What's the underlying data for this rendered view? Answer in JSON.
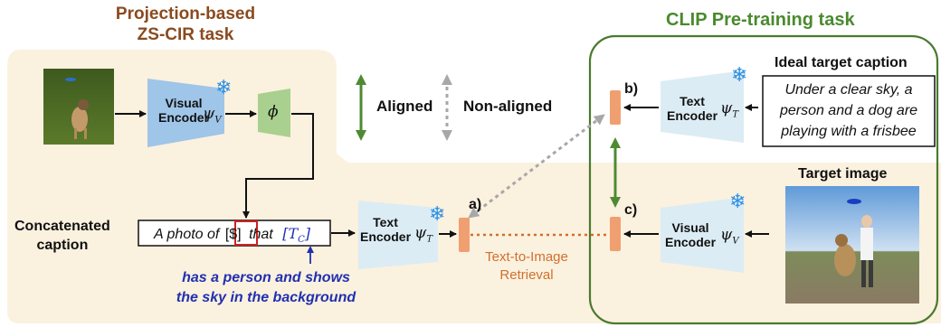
{
  "left_panel": {
    "title_line1": "Projection-based",
    "title_line2": "ZS-CIR task",
    "visual_encoder": {
      "line1": "Visual",
      "line2": "Encoder",
      "symbol": "ψ",
      "subscript": "V"
    },
    "phi_label": "ϕ",
    "concat_label_line1": "Concatenated",
    "concat_label_line2": "caption",
    "caption_parts": {
      "prefix": "A photo of",
      "token": "[$]",
      "mid": "that",
      "slot": "[T",
      "slot_sub": "C",
      "slot_end": "]"
    },
    "fill_text_line1": "has a person and shows",
    "fill_text_line2": "the sky in the background",
    "text_encoder": {
      "line1": "Text",
      "line2": "Encoder",
      "symbol": "ψ",
      "subscript": "T"
    },
    "point_a": "a)",
    "retrieval_line1": "Text-to-Image",
    "retrieval_line2": "Retrieval"
  },
  "legend": {
    "aligned": "Aligned",
    "non_aligned": "Non-aligned"
  },
  "right_panel": {
    "title": "CLIP Pre-training task",
    "point_b": "b)",
    "point_c": "c)",
    "text_encoder": {
      "line1": "Text",
      "line2": "Encoder",
      "symbol": "ψ",
      "subscript": "T"
    },
    "visual_encoder": {
      "line1": "Visual",
      "line2": "Encoder",
      "symbol": "ψ",
      "subscript": "V"
    },
    "ideal_caption_title": "Ideal target caption",
    "ideal_caption_line1": "Under a clear sky, a",
    "ideal_caption_line2": "person and a dog are",
    "ideal_caption_line3": "playing with a frisbee",
    "target_image_title": "Target image"
  },
  "colors": {
    "beige_bg": "#fbf1df",
    "encoder_blue": "#9fc5e8",
    "encoder_light": "#dcecf4",
    "phi_green": "#a9d08e",
    "embedding_orange": "#f0a070",
    "aligned_green": "#4e8a32",
    "nonaligned_gray": "#a8a8a8",
    "retrieval_orange": "#d0702e",
    "panel_green": "#4a7a2e",
    "caption_red": "#cc2222",
    "fill_blue": "#2030b0"
  },
  "icons": [
    "snowflake-icon",
    "query-image",
    "target-image"
  ]
}
